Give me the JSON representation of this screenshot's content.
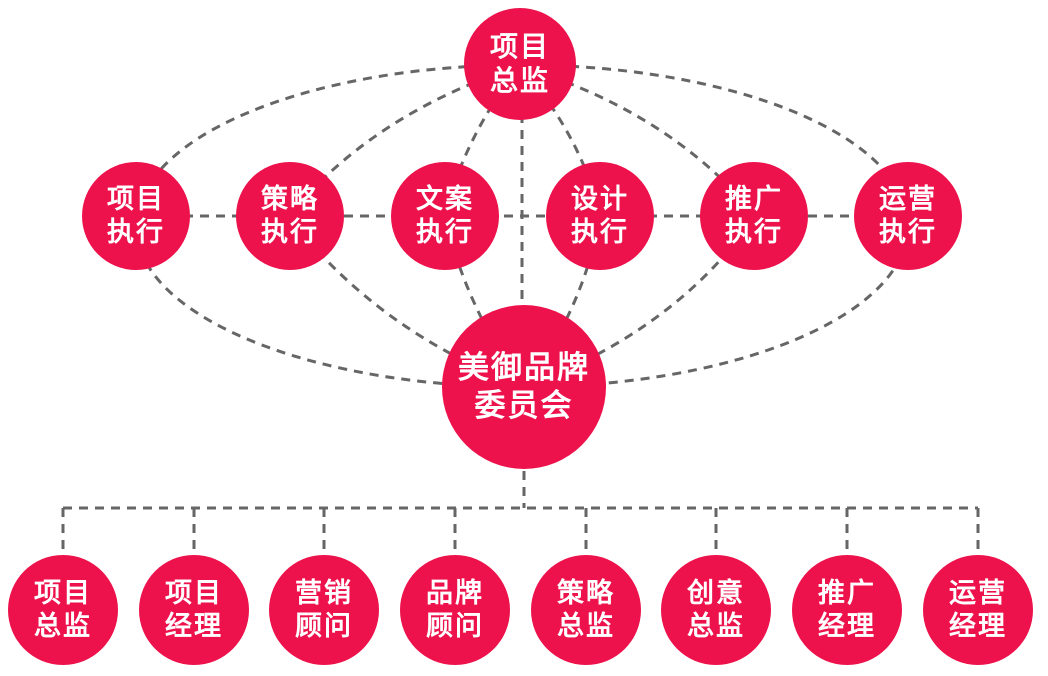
{
  "colors": {
    "node_fill": "#ED124B",
    "line": "#666666",
    "text": "#FFFFFF",
    "background": "#FFFFFF"
  },
  "nodes": {
    "top": {
      "line1": "项目",
      "line2": "总监"
    },
    "middle": [
      {
        "line1": "项目",
        "line2": "执行"
      },
      {
        "line1": "策略",
        "line2": "执行"
      },
      {
        "line1": "文案",
        "line2": "执行"
      },
      {
        "line1": "设计",
        "line2": "执行"
      },
      {
        "line1": "推广",
        "line2": "执行"
      },
      {
        "line1": "运营",
        "line2": "执行"
      }
    ],
    "center": {
      "line1": "美御品牌",
      "line2": "委员会"
    },
    "bottom": [
      {
        "line1": "项目",
        "line2": "总监"
      },
      {
        "line1": "项目",
        "line2": "经理"
      },
      {
        "line1": "营销",
        "line2": "顾问"
      },
      {
        "line1": "品牌",
        "line2": "顾问"
      },
      {
        "line1": "策略",
        "line2": "总监"
      },
      {
        "line1": "创意",
        "line2": "总监"
      },
      {
        "line1": "推广",
        "line2": "经理"
      },
      {
        "line1": "运营",
        "line2": "经理"
      }
    ]
  }
}
